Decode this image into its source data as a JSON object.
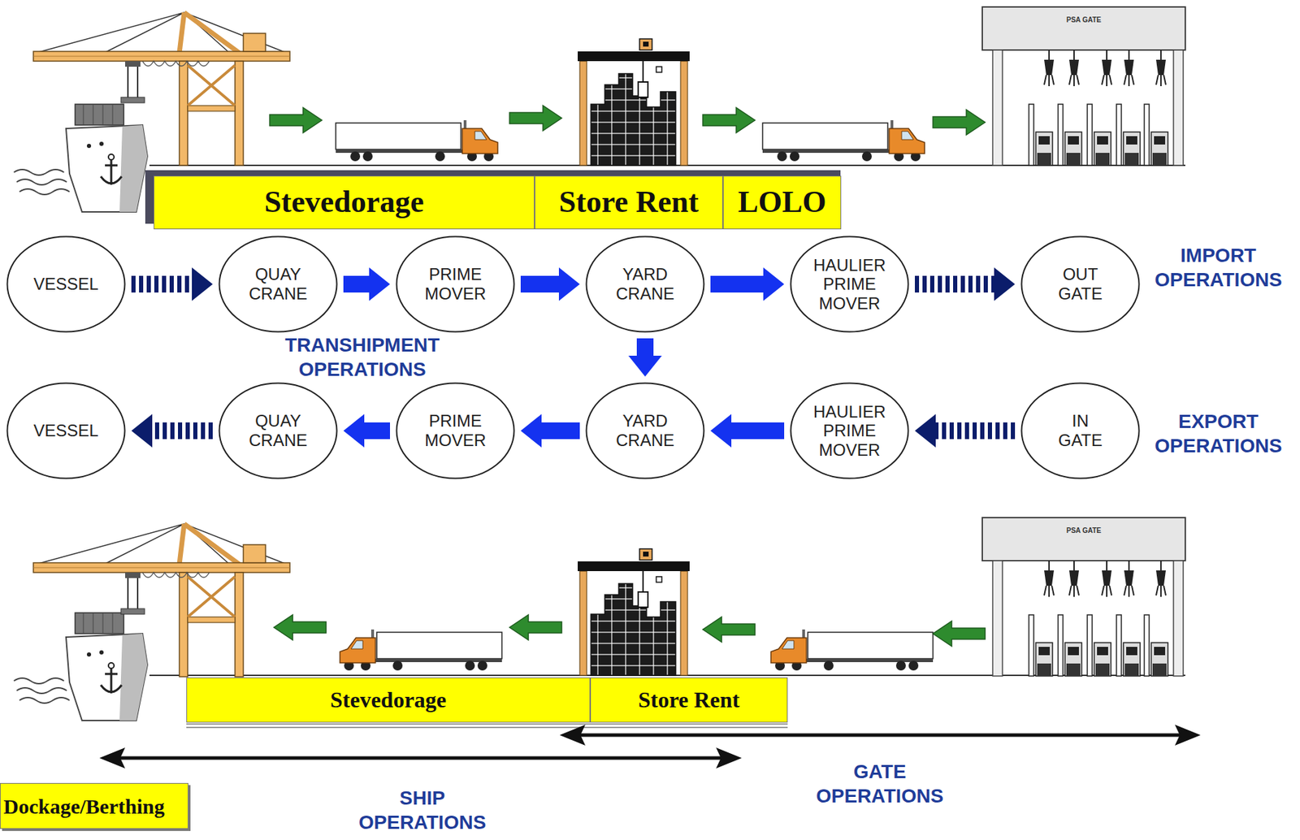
{
  "diagram": {
    "nodes": [
      {
        "text": [
          "Stevedorage"
        ]
      },
      {
        "text": [
          "Store Rent"
        ]
      },
      {
        "text": [
          "LOLO"
        ]
      },
      {
        "text": [
          "VESSEL"
        ]
      },
      {
        "text": [
          "QUAY CRANE"
        ]
      },
      {
        "text": [
          "PRIME MOVER"
        ]
      },
      {
        "text": [
          "YARD CRANE"
        ]
      },
      {
        "text": [
          "HAULIER PRIME MOVER"
        ]
      },
      {
        "text": [
          "OUT GATE"
        ]
      },
      {
        "text": [
          "VESSEL"
        ]
      },
      {
        "text": [
          "QUAY CRANE"
        ]
      },
      {
        "text": [
          "PRIME MOVER"
        ]
      },
      {
        "text": [
          "YARD CRANE"
        ]
      },
      {
        "text": [
          "HAULIER PRIME MOVER"
        ]
      },
      {
        "text": [
          "IN GATE"
        ]
      },
      {
        "text": [
          "Stevedorage"
        ]
      },
      {
        "text": [
          "Store Rent"
        ]
      },
      {
        "text": [
          "Dockage/Berthing"
        ]
      }
    ],
    "edges": [
      {
        "from": 3,
        "to": 4,
        "arrow": "to"
      },
      {
        "from": 4,
        "to": 5,
        "arrow": "to"
      },
      {
        "from": 5,
        "to": 6,
        "arrow": "to"
      },
      {
        "from": 6,
        "to": 7,
        "arrow": "to"
      },
      {
        "from": 7,
        "to": 8,
        "arrow": "to"
      },
      {
        "from": 6,
        "to": 12,
        "arrow": "to"
      },
      {
        "from": 14,
        "to": 13,
        "arrow": "to"
      },
      {
        "from": 13,
        "to": 12,
        "arrow": "to"
      },
      {
        "from": 12,
        "to": 11,
        "arrow": "to"
      },
      {
        "from": 11,
        "to": 10,
        "arrow": "to"
      },
      {
        "from": 10,
        "to": 9,
        "arrow": "to"
      }
    ],
    "labels": [
      "PSA GATE",
      "IMPORT OPERATIONS",
      "TRANSHIPMENT OPERATIONS",
      "EXPORT OPERATIONS",
      "PSA GATE",
      "GATE OPERATIONS",
      "SHIP OPERATIONS"
    ]
  }
}
